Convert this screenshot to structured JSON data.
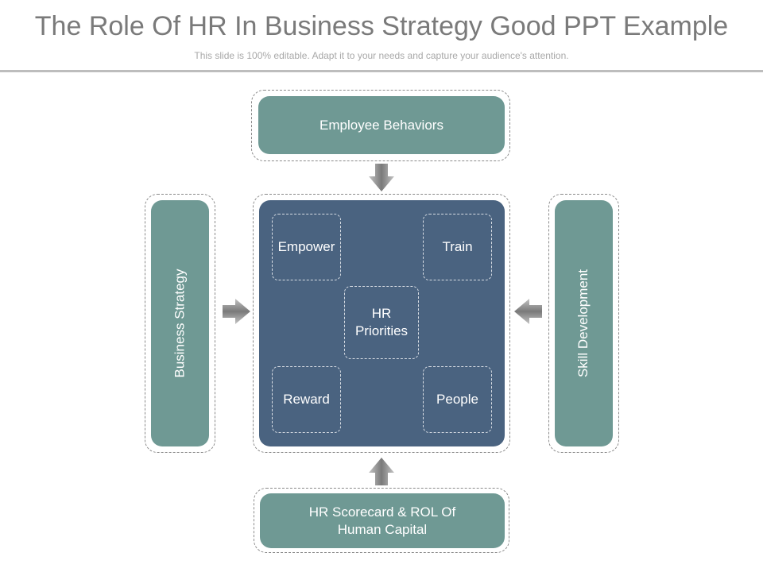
{
  "header": {
    "title": "The Role Of HR In Business Strategy Good PPT Example",
    "subtitle": "This slide is 100% editable. Adapt it to your needs and capture your audience's attention."
  },
  "diagram": {
    "top_box": "Employee Behaviors",
    "left_box": "Business Strategy",
    "right_box": "Skill Development",
    "bottom_box_line1": "HR Scorecard & ROL Of",
    "bottom_box_line2": "Human Capital",
    "center": {
      "top_left": "Empower",
      "top_right": "Train",
      "middle_line1": "HR",
      "middle_line2": "Priorities",
      "bottom_left": "Reward",
      "bottom_right": "People"
    }
  },
  "colors": {
    "teal": "#6f9994",
    "navy": "#4a6380",
    "title_gray": "#7a7a7a",
    "arrow_gray": "#8c8c8c"
  }
}
